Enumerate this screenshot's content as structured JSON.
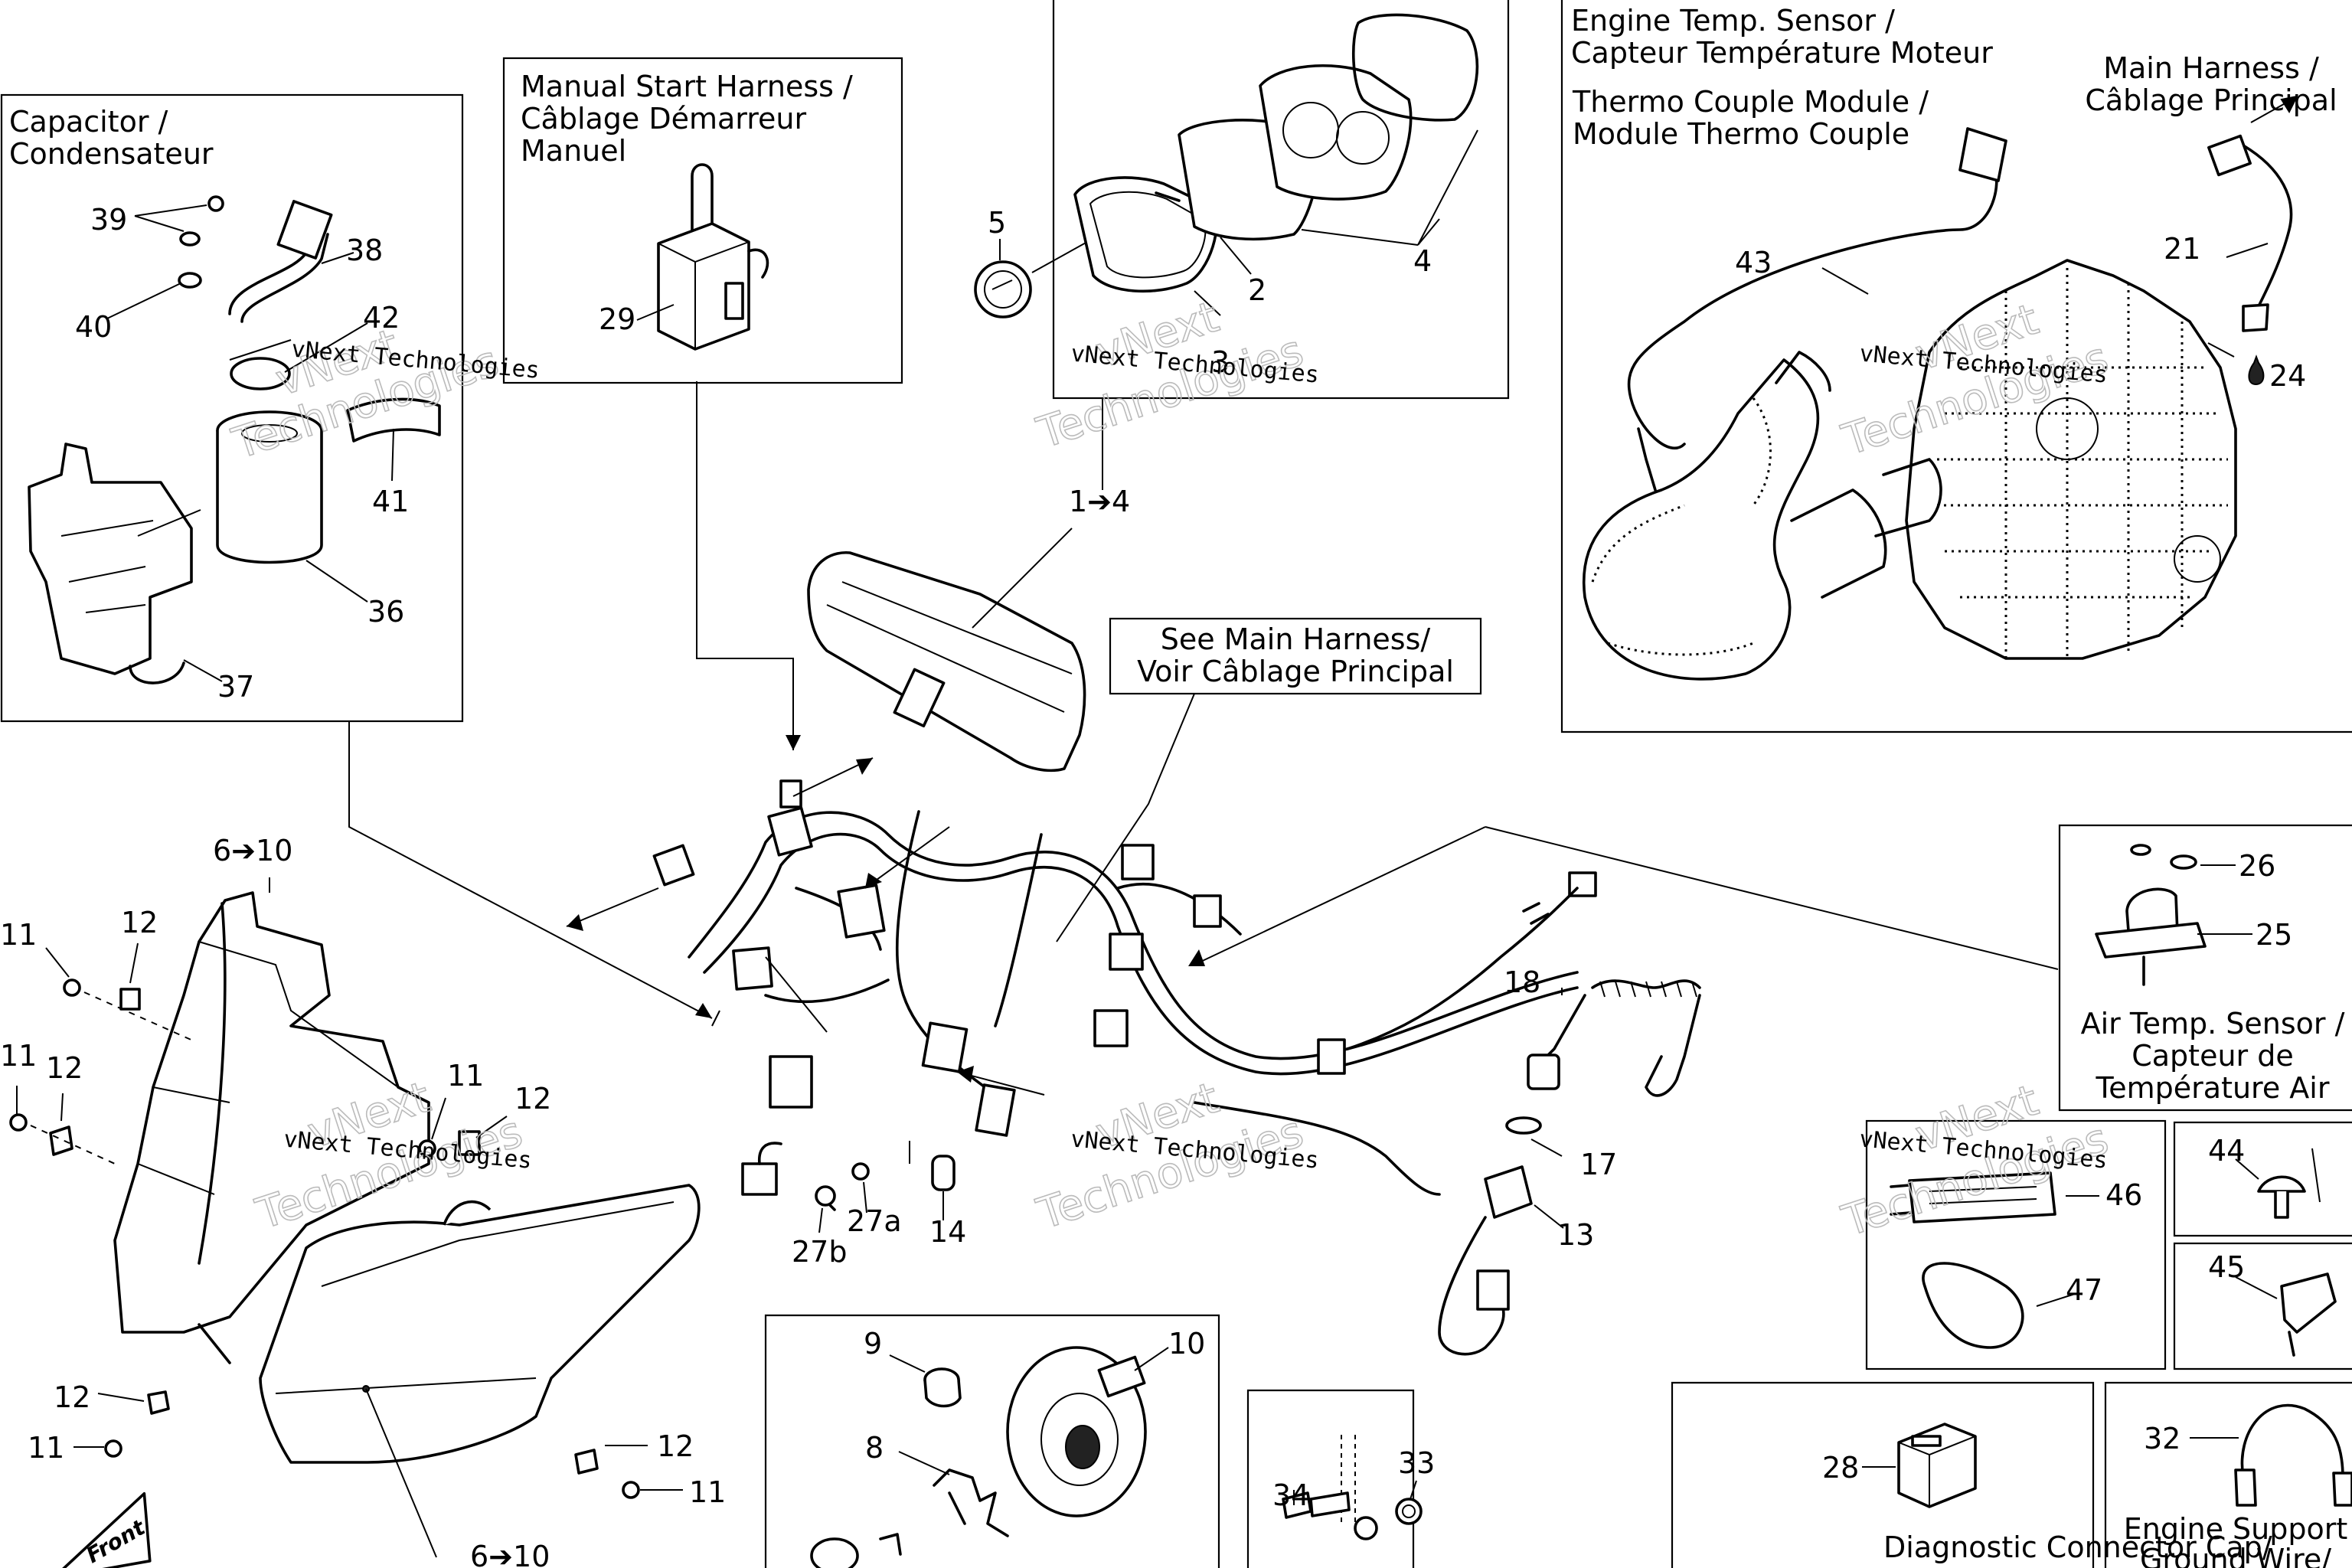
{
  "boxes": {
    "capacitor": [
      "Capacitor /",
      "Condensateur"
    ],
    "manual_start": [
      "Manual Start Harness /",
      "Câblage Démarreur",
      "Manuel"
    ],
    "engine_temp": [
      "Engine Temp. Sensor /",
      "Capteur Température Moteur"
    ],
    "thermo": [
      "Thermo Couple Module /",
      "Module Thermo Couple"
    ],
    "main_harness": [
      "Main Harness /",
      "Câblage Principal"
    ],
    "see_main": [
      "See Main Harness/",
      "Voir Câblage Principal"
    ],
    "air_temp": [
      "Air Temp. Sensor /",
      "Capteur de",
      "Température Air"
    ],
    "diagnostic": [
      "Diagnostic Connector Cap/"
    ],
    "engine_support": [
      "Engine Support",
      "Ground Wire/"
    ],
    "front": [
      "Front"
    ]
  },
  "callouts": {
    "c39": "39",
    "c38": "38",
    "c40": "40",
    "c42": "42",
    "c41": "41",
    "c36": "36",
    "c37": "37",
    "c29": "29",
    "c5": "5",
    "c2": "2",
    "c4": "4",
    "c3": "3",
    "c1to4": "1➔4",
    "c43": "43",
    "c21": "21",
    "c24": "24",
    "c6to10a": "6➔10",
    "c6to10b": "6➔10",
    "c11a": "11",
    "c11b": "11",
    "c11c": "11",
    "c11d": "11",
    "c11e": "11",
    "c12a": "12",
    "c12b": "12",
    "c12c": "12",
    "c12d": "12",
    "c12e": "12",
    "c18": "18",
    "c17": "17",
    "c13": "13",
    "c14": "14",
    "c27a": "27a",
    "c27b": "27b",
    "c26": "26",
    "c25": "25",
    "c46": "46",
    "c47": "47",
    "c44": "44",
    "c45": "45",
    "c9": "9",
    "c10": "10",
    "c8": "8",
    "c34": "34",
    "c33": "33",
    "c28": "28",
    "c32": "32"
  },
  "watermark": {
    "company": "vNext Technologies",
    "line1": "vNext",
    "line2": "Technologies"
  }
}
